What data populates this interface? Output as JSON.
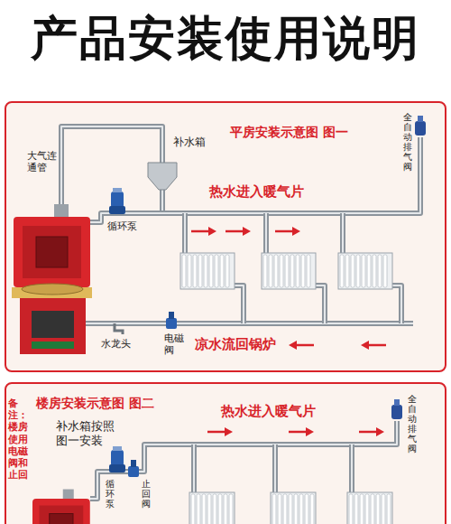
{
  "diagram": {
    "title": "产品安装使用说明",
    "nodes": [
      {
        "text": [
          "平房安装示意图 图一"
        ]
      },
      {
        "text": [
          "楼房安装示意图 图二"
        ]
      }
    ],
    "labels": [
      "大气连通管",
      "补水箱",
      "循环泵",
      "热水进入暖气片",
      "全自动排气阀",
      "水龙头",
      "电磁阀",
      "凉水流回锅炉",
      "备注：楼房使用电磁阀和止回",
      "补水箱按照图一安装",
      "循环泵",
      "止回阀",
      "热水进入暖气片",
      "全自动排气阀"
    ]
  }
}
